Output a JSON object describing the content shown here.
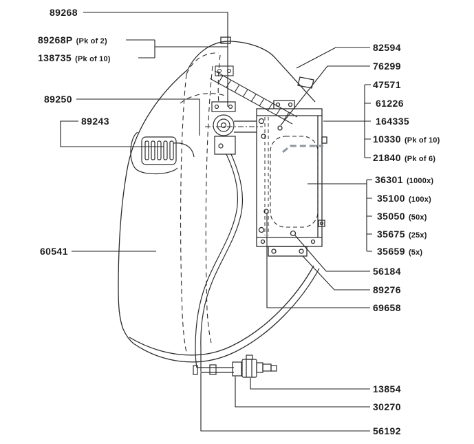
{
  "figure": {
    "kind": "exploded-parts-diagram"
  },
  "style": {
    "ink": "#2b2b2b",
    "text": "#1c1c1c",
    "gasket_gray": "#8d959c",
    "background": "#ffffff"
  },
  "labels": {
    "p89268": {
      "num": "89268"
    },
    "p89268P": {
      "num": "89268P",
      "qty": "(Pk of 2)"
    },
    "p138735": {
      "num": "138735",
      "qty": "(Pk of 10)"
    },
    "p89250": {
      "num": "89250"
    },
    "p89243": {
      "num": "89243"
    },
    "p60541": {
      "num": "60541"
    },
    "p82594": {
      "num": "82594"
    },
    "p76299": {
      "num": "76299"
    },
    "p47571": {
      "num": "47571"
    },
    "p61226": {
      "num": "61226"
    },
    "p164335": {
      "num": "164335"
    },
    "p10330": {
      "num": "10330",
      "qty": "(Pk of 10)"
    },
    "p21840": {
      "num": "21840",
      "qty": "(Pk of 6)"
    },
    "p36301": {
      "num": "36301",
      "qty": "(1000x)"
    },
    "p35100": {
      "num": "35100",
      "qty": "(100x)"
    },
    "p35050": {
      "num": "35050",
      "qty": "(50x)"
    },
    "p35675": {
      "num": "35675",
      "qty": "(25x)"
    },
    "p35659": {
      "num": "35659",
      "qty": "(5x)"
    },
    "p56184": {
      "num": "56184"
    },
    "p89276": {
      "num": "89276"
    },
    "p69658": {
      "num": "69658"
    },
    "p13854": {
      "num": "13854"
    },
    "p30270": {
      "num": "30270"
    },
    "p56192": {
      "num": "56192"
    }
  }
}
